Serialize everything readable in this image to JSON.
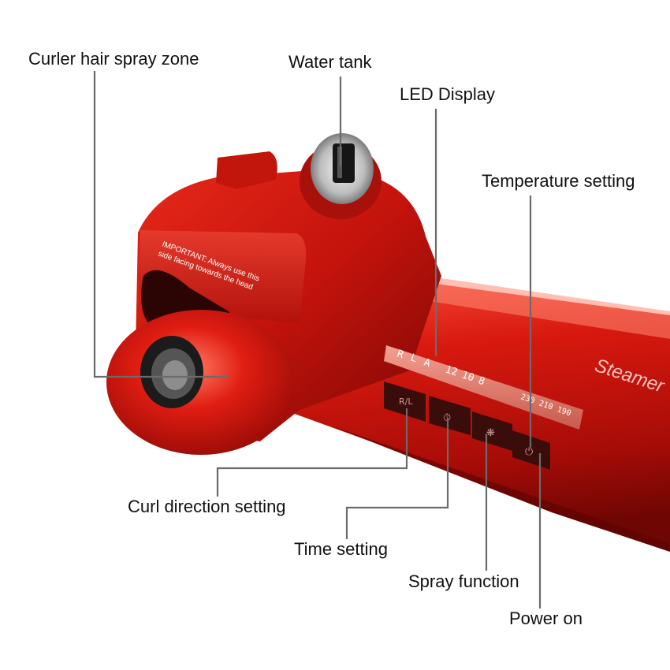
{
  "callouts": {
    "spray_zone": "Curler hair spray zone",
    "water_tank": "Water tank",
    "led_display": "LED Display",
    "temperature": "Temperature setting",
    "curl_direction": "Curl direction setting",
    "time_setting": "Time setting",
    "spray_function": "Spray function",
    "power_on": "Power on"
  },
  "device": {
    "brand": "Steamer",
    "warning": [
      "IMPORTANT: Always use this",
      "side facing towards the head"
    ],
    "led_direction": [
      "R",
      "L",
      "A"
    ],
    "led_times": [
      "12",
      "10",
      "8"
    ],
    "led_temps": [
      "230",
      "210",
      "190"
    ],
    "button_icons": [
      "curl-direction-icon",
      "timer-icon",
      "spray-icon",
      "power-icon"
    ]
  },
  "colors": {
    "body_red": "#d21a12",
    "dark_red": "#8a0a06",
    "highlight": "#ff6a55",
    "button_dark": "#3a0d0a",
    "leader_gray": "#6b6b6b"
  }
}
